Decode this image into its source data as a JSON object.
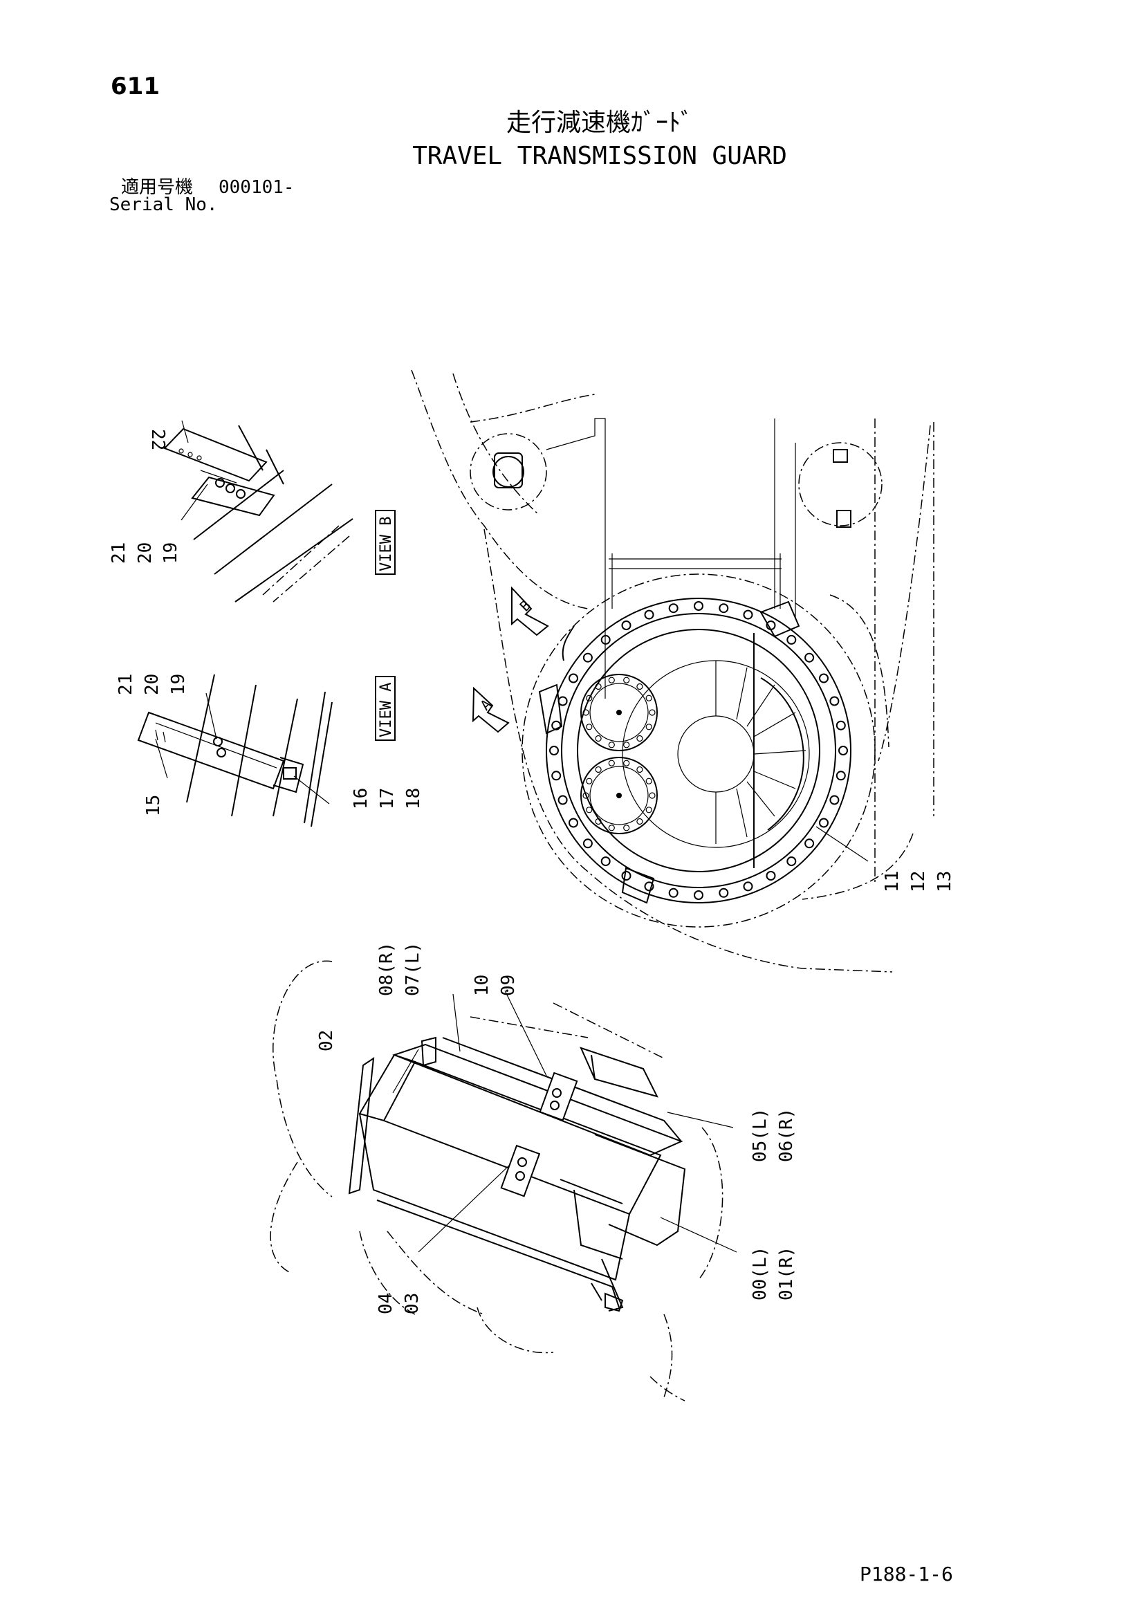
{
  "header": {
    "page_number": "611",
    "title_jp": "走行減速機ｶﾞｰﾄﾞ",
    "title_en": "TRAVEL TRANSMISSION GUARD",
    "serial_label_jp": "適用号機",
    "serial_number": "000101-",
    "serial_label_en": "Serial No."
  },
  "views": {
    "view_a": "VIEW A",
    "view_b": "VIEW B",
    "arrow_a": "A",
    "arrow_b": "B"
  },
  "callouts": {
    "c22": "22",
    "c21a": "21",
    "c20a": "20",
    "c19a": "19",
    "c21b": "21",
    "c20b": "20",
    "c19b": "19",
    "c15": "15",
    "c16": "16",
    "c17": "17",
    "c18": "18",
    "c11": "11",
    "c12": "12",
    "c13": "13",
    "c08": "08(R)",
    "c07": "07(L)",
    "c10": "10",
    "c09": "09",
    "c02": "02",
    "c05": "05(L)",
    "c06": "06(R)",
    "c00": "00(L)",
    "c01": "01(R)",
    "c04": "04",
    "c03": "03"
  },
  "footer": {
    "code": "P188-1-6"
  }
}
